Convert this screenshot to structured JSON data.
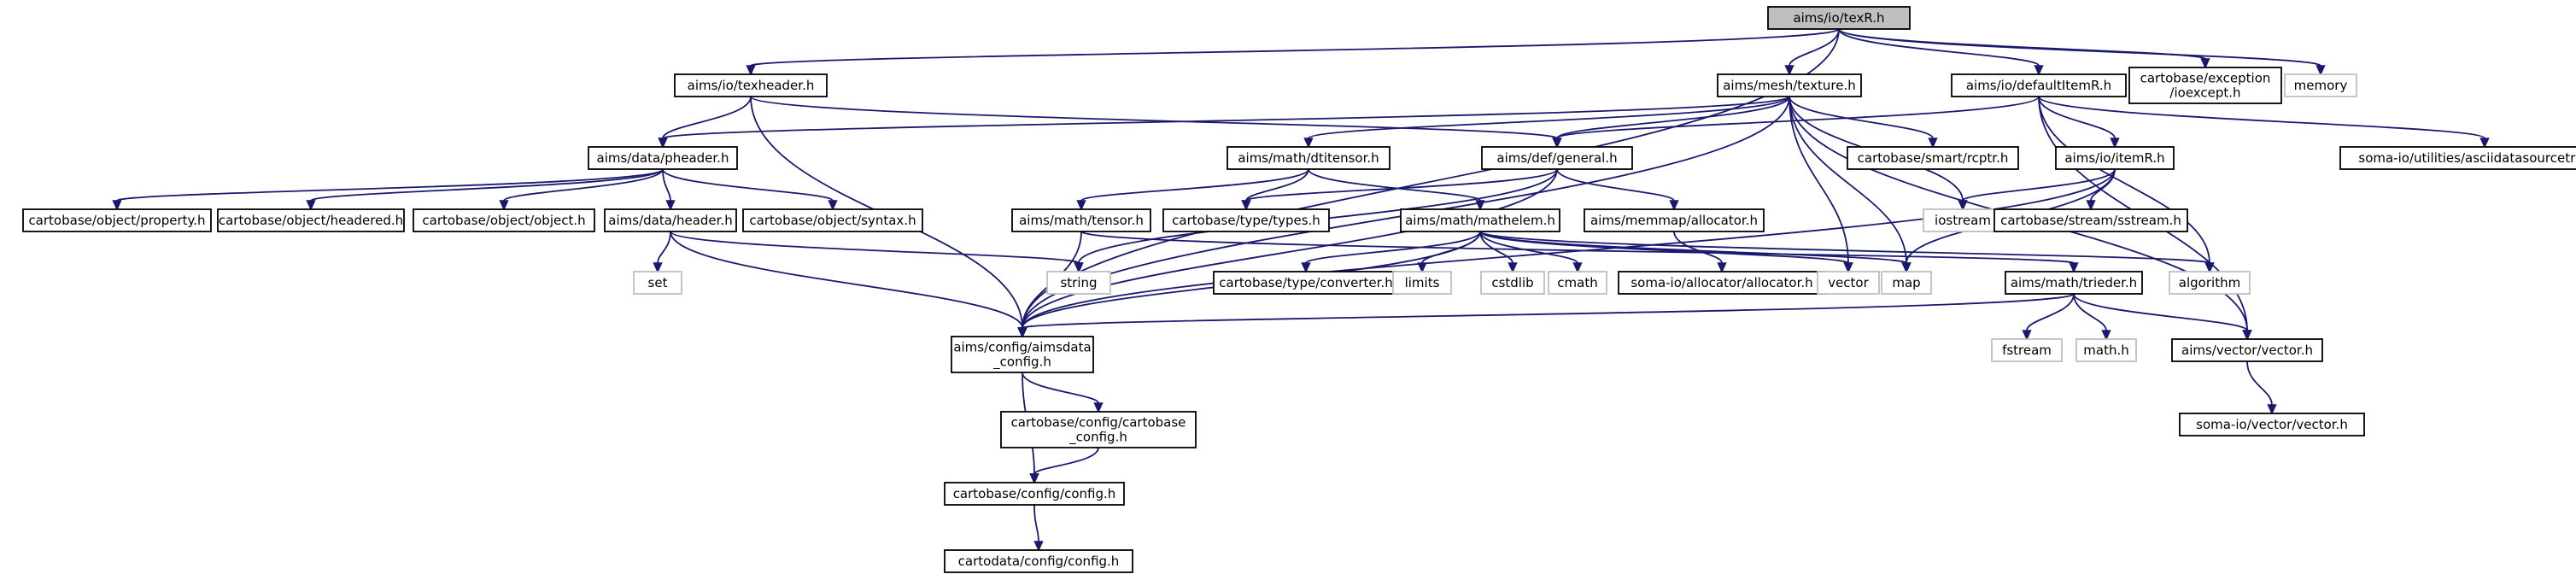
{
  "nodes": [
    {
      "id": "texR",
      "lines": [
        "aims/io/texR.h"
      ],
      "kind": "root"
    },
    {
      "id": "texheader",
      "lines": [
        "aims/io/texheader.h"
      ],
      "kind": "file"
    },
    {
      "id": "texture",
      "lines": [
        "aims/mesh/texture.h"
      ],
      "kind": "file"
    },
    {
      "id": "defaultItemR",
      "lines": [
        "aims/io/defaultItemR.h"
      ],
      "kind": "file"
    },
    {
      "id": "ioexcept",
      "lines": [
        "cartobase/exception",
        "/ioexcept.h"
      ],
      "kind": "file"
    },
    {
      "id": "memory",
      "lines": [
        "memory"
      ],
      "kind": "sys"
    },
    {
      "id": "pheader",
      "lines": [
        "aims/data/pheader.h"
      ],
      "kind": "file"
    },
    {
      "id": "dtitensor",
      "lines": [
        "aims/math/dtitensor.h"
      ],
      "kind": "file"
    },
    {
      "id": "general",
      "lines": [
        "aims/def/general.h"
      ],
      "kind": "file"
    },
    {
      "id": "rcptr",
      "lines": [
        "cartobase/smart/rcptr.h"
      ],
      "kind": "file"
    },
    {
      "id": "itemR",
      "lines": [
        "aims/io/itemR.h"
      ],
      "kind": "file"
    },
    {
      "id": "asciidata",
      "lines": [
        "soma-io/utilities/asciidatasourcetraits.h"
      ],
      "kind": "file"
    },
    {
      "id": "property",
      "lines": [
        "cartobase/object/property.h"
      ],
      "kind": "file"
    },
    {
      "id": "headered",
      "lines": [
        "cartobase/object/headered.h"
      ],
      "kind": "file"
    },
    {
      "id": "object",
      "lines": [
        "cartobase/object/object.h"
      ],
      "kind": "file"
    },
    {
      "id": "header",
      "lines": [
        "aims/data/header.h"
      ],
      "kind": "file"
    },
    {
      "id": "syntax",
      "lines": [
        "cartobase/object/syntax.h"
      ],
      "kind": "file"
    },
    {
      "id": "tensor",
      "lines": [
        "aims/math/tensor.h"
      ],
      "kind": "file"
    },
    {
      "id": "types",
      "lines": [
        "cartobase/type/types.h"
      ],
      "kind": "file"
    },
    {
      "id": "mathelem",
      "lines": [
        "aims/math/mathelem.h"
      ],
      "kind": "file"
    },
    {
      "id": "allocator",
      "lines": [
        "aims/memmap/allocator.h"
      ],
      "kind": "file"
    },
    {
      "id": "iostream",
      "lines": [
        "iostream"
      ],
      "kind": "sys"
    },
    {
      "id": "sstream",
      "lines": [
        "cartobase/stream/sstream.h"
      ],
      "kind": "file"
    },
    {
      "id": "set",
      "lines": [
        "set"
      ],
      "kind": "sys"
    },
    {
      "id": "string",
      "lines": [
        "string"
      ],
      "kind": "sys"
    },
    {
      "id": "converter",
      "lines": [
        "cartobase/type/converter.h"
      ],
      "kind": "file"
    },
    {
      "id": "limits",
      "lines": [
        "limits"
      ],
      "kind": "sys"
    },
    {
      "id": "cstdlib",
      "lines": [
        "cstdlib"
      ],
      "kind": "sys"
    },
    {
      "id": "cmath",
      "lines": [
        "cmath"
      ],
      "kind": "sys"
    },
    {
      "id": "soma_alloc",
      "lines": [
        "soma-io/allocator/allocator.h"
      ],
      "kind": "file"
    },
    {
      "id": "vector",
      "lines": [
        "vector"
      ],
      "kind": "sys"
    },
    {
      "id": "map",
      "lines": [
        "map"
      ],
      "kind": "sys"
    },
    {
      "id": "trieder",
      "lines": [
        "aims/math/trieder.h"
      ],
      "kind": "file"
    },
    {
      "id": "algorithm",
      "lines": [
        "algorithm"
      ],
      "kind": "sys"
    },
    {
      "id": "aimsdata_config",
      "lines": [
        "aims/config/aimsdata",
        "_config.h"
      ],
      "kind": "file"
    },
    {
      "id": "fstream",
      "lines": [
        "fstream"
      ],
      "kind": "sys"
    },
    {
      "id": "mathh",
      "lines": [
        "math.h"
      ],
      "kind": "sys"
    },
    {
      "id": "aims_vector",
      "lines": [
        "aims/vector/vector.h"
      ],
      "kind": "file"
    },
    {
      "id": "cb_config",
      "lines": [
        "cartobase/config/cartobase",
        "_config.h"
      ],
      "kind": "file"
    },
    {
      "id": "somaio_vector",
      "lines": [
        "soma-io/vector/vector.h"
      ],
      "kind": "file"
    },
    {
      "id": "config",
      "lines": [
        "cartobase/config/config.h"
      ],
      "kind": "file"
    },
    {
      "id": "cartodata_config",
      "lines": [
        "cartodata/config/config.h"
      ],
      "kind": "file"
    }
  ],
  "edges": [
    [
      "texR",
      "texheader"
    ],
    [
      "texR",
      "texture"
    ],
    [
      "texR",
      "defaultItemR"
    ],
    [
      "texR",
      "ioexcept"
    ],
    [
      "texR",
      "memory"
    ],
    [
      "texR",
      "aimsdata_config"
    ],
    [
      "texheader",
      "pheader"
    ],
    [
      "texheader",
      "general"
    ],
    [
      "texheader",
      "aimsdata_config"
    ],
    [
      "texture",
      "pheader"
    ],
    [
      "texture",
      "dtitensor"
    ],
    [
      "texture",
      "general"
    ],
    [
      "texture",
      "rcptr"
    ],
    [
      "texture",
      "iostream"
    ],
    [
      "texture",
      "vector"
    ],
    [
      "texture",
      "map"
    ],
    [
      "texture",
      "aims_vector"
    ],
    [
      "texture",
      "aimsdata_config"
    ],
    [
      "defaultItemR",
      "general"
    ],
    [
      "defaultItemR",
      "itemR"
    ],
    [
      "defaultItemR",
      "asciidata"
    ],
    [
      "defaultItemR",
      "algorithm"
    ],
    [
      "defaultItemR",
      "aims_vector"
    ],
    [
      "pheader",
      "property"
    ],
    [
      "pheader",
      "headered"
    ],
    [
      "pheader",
      "object"
    ],
    [
      "pheader",
      "header"
    ],
    [
      "pheader",
      "syntax"
    ],
    [
      "dtitensor",
      "tensor"
    ],
    [
      "dtitensor",
      "types"
    ],
    [
      "dtitensor",
      "mathelem"
    ],
    [
      "general",
      "types"
    ],
    [
      "general",
      "allocator"
    ],
    [
      "general",
      "string"
    ],
    [
      "general",
      "aimsdata_config"
    ],
    [
      "itemR",
      "iostream"
    ],
    [
      "itemR",
      "sstream"
    ],
    [
      "itemR",
      "aimsdata_config"
    ],
    [
      "itemR",
      "map"
    ],
    [
      "header",
      "set"
    ],
    [
      "header",
      "string"
    ],
    [
      "header",
      "aimsdata_config"
    ],
    [
      "tensor",
      "trieder"
    ],
    [
      "tensor",
      "aimsdata_config"
    ],
    [
      "mathelem",
      "converter"
    ],
    [
      "mathelem",
      "limits"
    ],
    [
      "mathelem",
      "cstdlib"
    ],
    [
      "mathelem",
      "cmath"
    ],
    [
      "mathelem",
      "vector"
    ],
    [
      "mathelem",
      "map"
    ],
    [
      "mathelem",
      "algorithm"
    ],
    [
      "mathelem",
      "aimsdata_config"
    ],
    [
      "allocator",
      "soma_alloc"
    ],
    [
      "trieder",
      "fstream"
    ],
    [
      "trieder",
      "mathh"
    ],
    [
      "trieder",
      "aims_vector"
    ],
    [
      "trieder",
      "aimsdata_config"
    ],
    [
      "aimsdata_config",
      "cb_config"
    ],
    [
      "aimsdata_config",
      "config"
    ],
    [
      "cb_config",
      "config"
    ],
    [
      "aims_vector",
      "somaio_vector"
    ],
    [
      "config",
      "cartodata_config"
    ]
  ]
}
